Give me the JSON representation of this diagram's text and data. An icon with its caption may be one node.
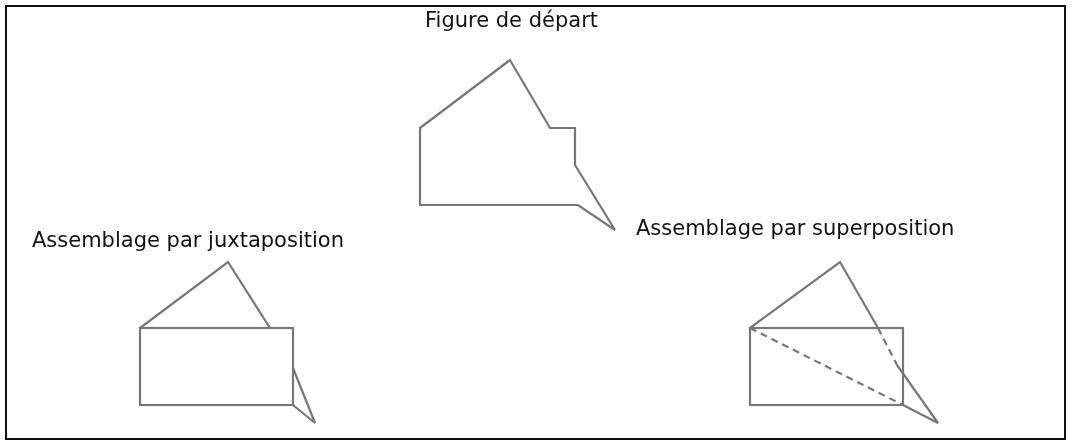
{
  "diagram": {
    "labels": [
      "Figure de départ",
      "Assemblage par juxtaposition",
      "Assemblage par superposition"
    ]
  }
}
